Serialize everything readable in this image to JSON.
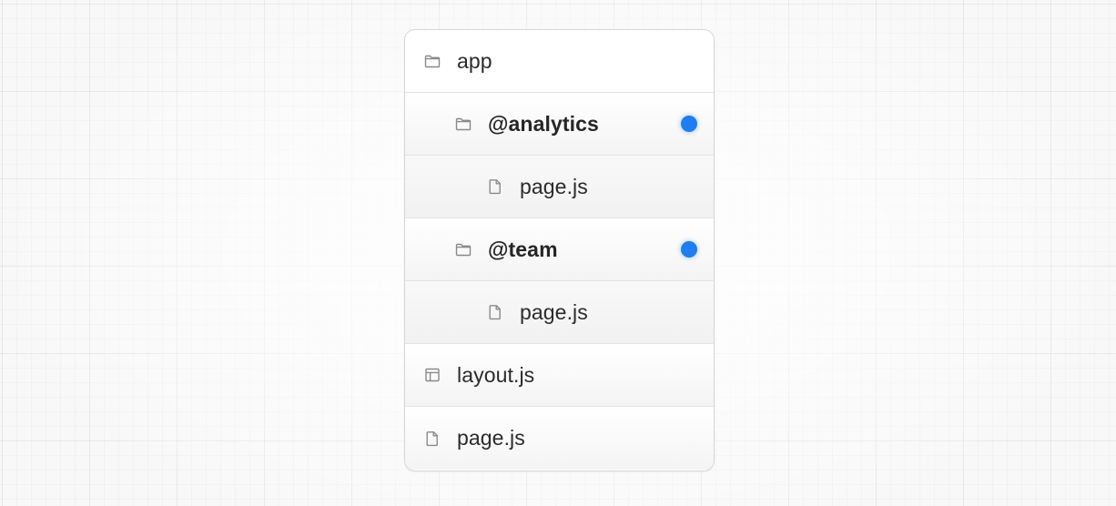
{
  "tree": {
    "items": [
      {
        "label": "app",
        "icon": "folder-icon",
        "depth": 0,
        "bold": false,
        "dot": false
      },
      {
        "label": "@analytics",
        "icon": "folder-icon",
        "depth": 1,
        "bold": true,
        "dot": true
      },
      {
        "label": "page.js",
        "icon": "file-icon",
        "depth": 2,
        "bold": false,
        "dot": false
      },
      {
        "label": "@team",
        "icon": "folder-icon",
        "depth": 1,
        "bold": true,
        "dot": true
      },
      {
        "label": "page.js",
        "icon": "file-icon",
        "depth": 2,
        "bold": false,
        "dot": false
      },
      {
        "label": "layout.js",
        "icon": "layout-icon",
        "depth": 0,
        "bold": false,
        "dot": false
      },
      {
        "label": "page.js",
        "icon": "file-icon",
        "depth": 0,
        "bold": false,
        "dot": false
      }
    ]
  },
  "colors": {
    "dot": "#1f7df0",
    "icon_stroke": "#8a8a8a",
    "text": "#2b2b2b",
    "border": "#d6d6d6"
  }
}
